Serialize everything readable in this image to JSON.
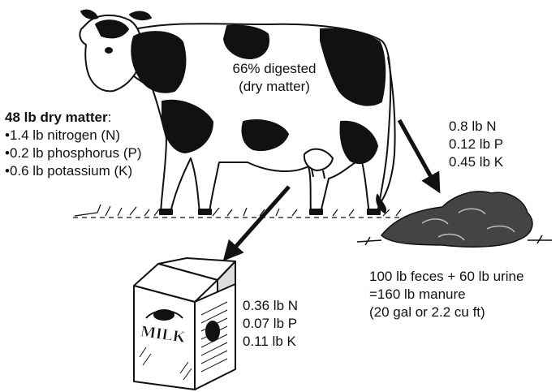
{
  "digestion": {
    "line1": "66% digested",
    "line2": "(dry matter)"
  },
  "intake": {
    "title": "48 lb dry matter",
    "colon": ":",
    "items": [
      "1.4 lb nitrogen (N)",
      "0.2 lb phosphorus (P)",
      "0.6 lb potassium (K)"
    ]
  },
  "manure_nutrients": [
    "0.8 lb N",
    "0.12 lb P",
    "0.45 lb K"
  ],
  "manure_amount": {
    "line1": "100 lb feces + 60 lb urine",
    "line2": "=160 lb manure",
    "line3": "(20 gal or 2.2 cu ft)"
  },
  "milk_nutrients": [
    "0.36 lb N",
    "0.07 lb P",
    "0.11 lb K"
  ],
  "carton_label": "MILK",
  "colors": {
    "ink": "#111111",
    "paper": "#ffffff"
  }
}
